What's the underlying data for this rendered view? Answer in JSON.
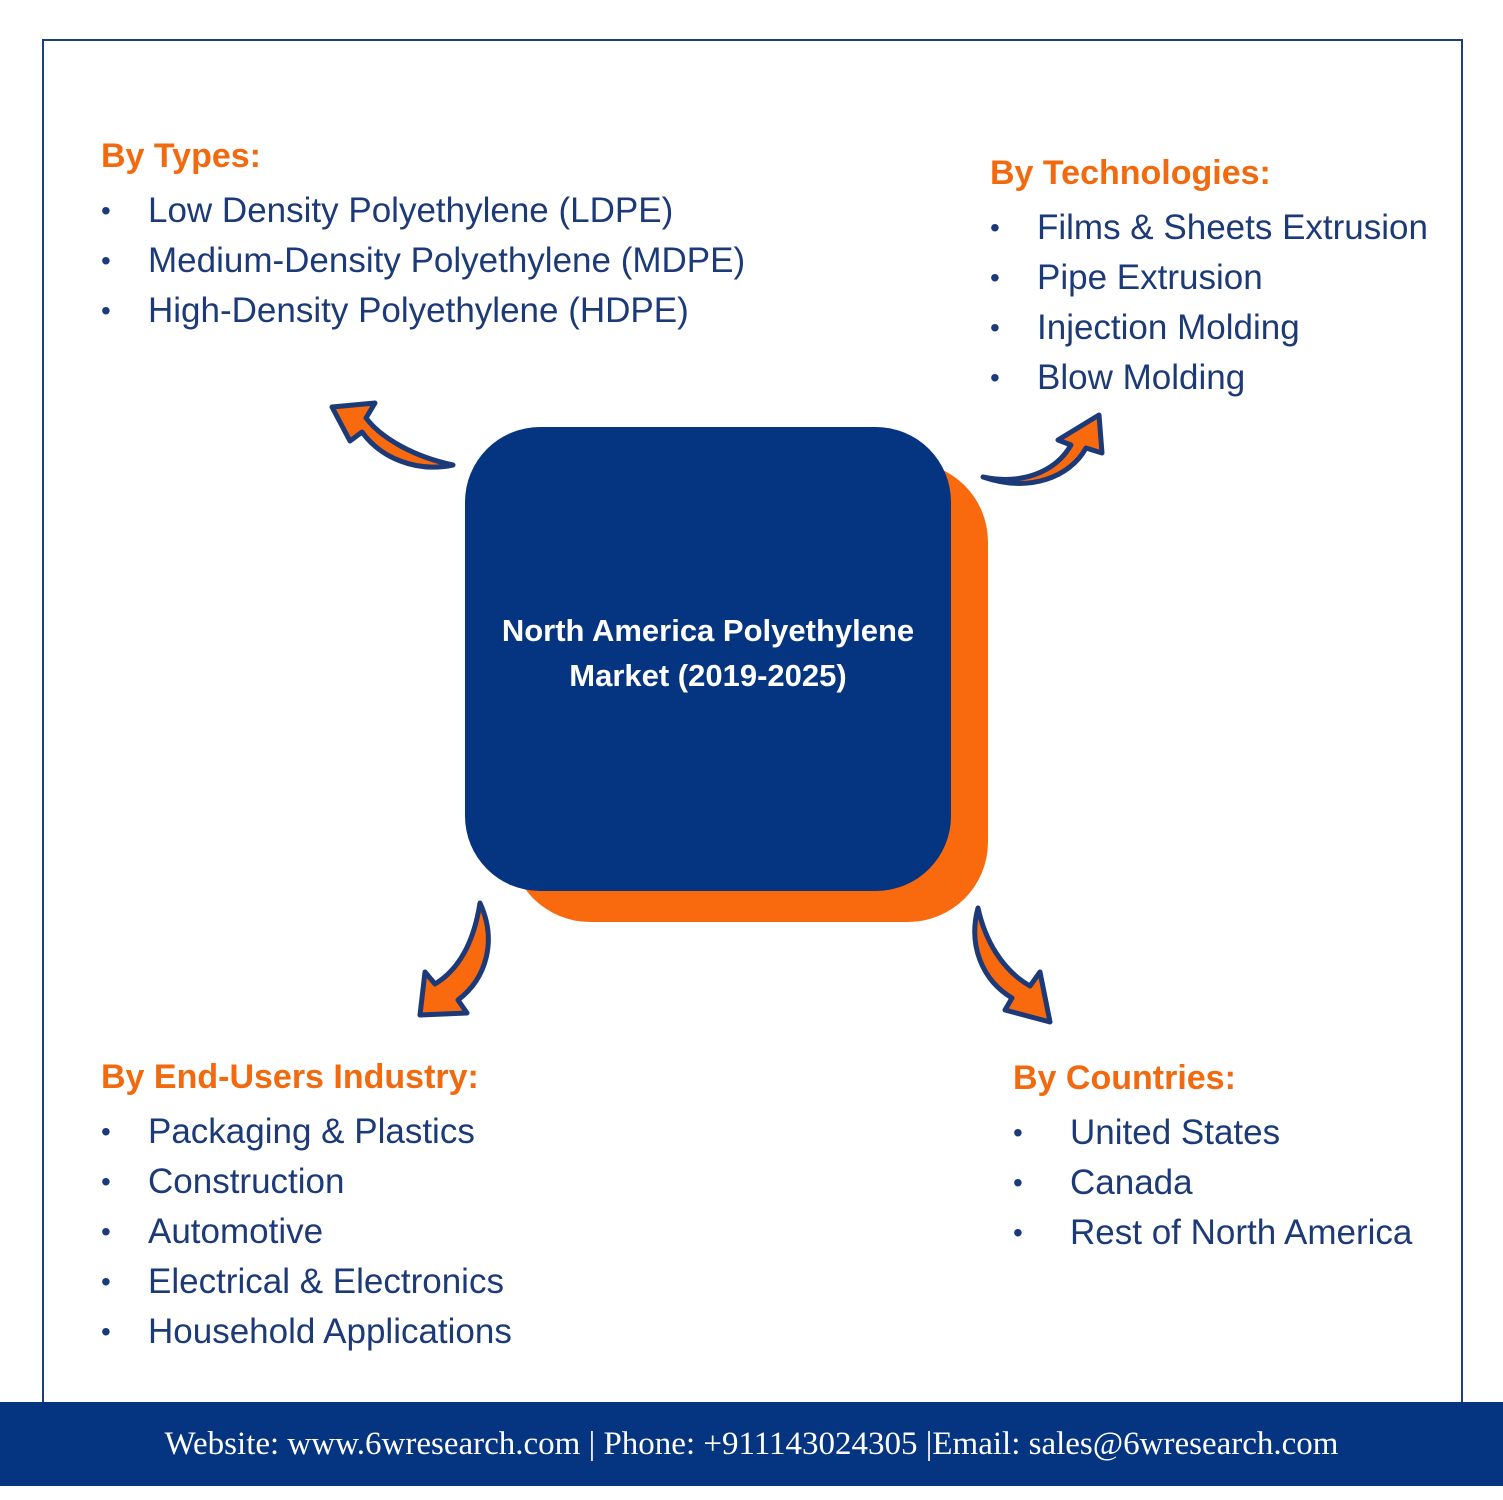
{
  "center": {
    "title": "North America Polyethylene Market (2019-2025)"
  },
  "sections": {
    "types": {
      "heading": "By Types:",
      "items": [
        "Low Density Polyethylene (LDPE)",
        "Medium-Density Polyethylene (MDPE)",
        "High-Density Polyethylene (HDPE)"
      ]
    },
    "technologies": {
      "heading": "By Technologies:",
      "items": [
        "Films & Sheets Extrusion",
        "Pipe Extrusion",
        "Injection Molding",
        "Blow Molding"
      ]
    },
    "end_users": {
      "heading": "By End-Users Industry:",
      "items": [
        "Packaging & Plastics",
        "Construction",
        "Automotive",
        "Electrical & Electronics",
        "Household Applications"
      ]
    },
    "countries": {
      "heading": "By Countries:",
      "items": [
        "United States",
        "Canada",
        "Rest of North America"
      ]
    }
  },
  "footer": {
    "text": "Website: www.6wresearch.com | Phone: +911143024305 |Email: sales@6wresearch.com"
  },
  "colors": {
    "navy": "#053580",
    "orange": "#f96a0e",
    "heading_orange": "#f26a10",
    "text_navy": "#1d3a78"
  },
  "icons": [
    "curved-arrow-up-left-icon",
    "curved-arrow-up-right-icon",
    "curved-arrow-down-left-icon",
    "curved-arrow-down-right-icon"
  ]
}
